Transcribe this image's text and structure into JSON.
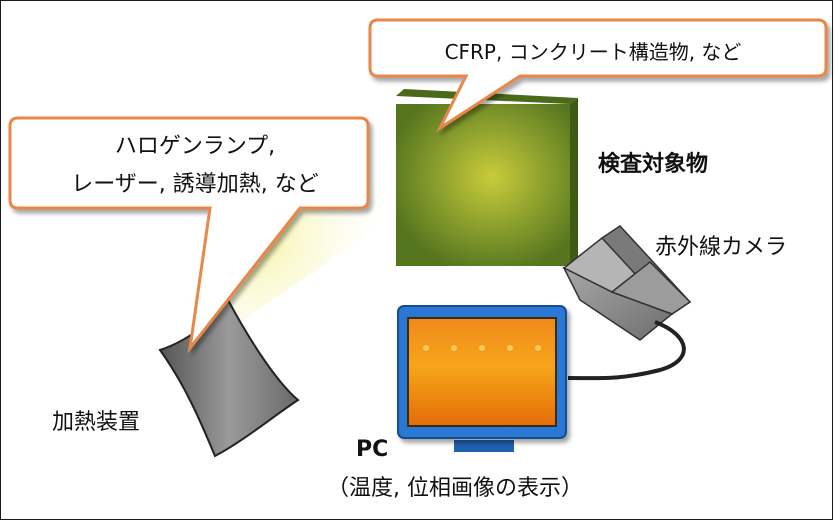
{
  "callouts": {
    "material": "CFRP, コンクリート構造物, など",
    "source_line1": "ハロゲンランプ,",
    "source_line2": "レーザー, 誘導加熱, など"
  },
  "labels": {
    "target": "検査対象物",
    "camera": "赤外線カメラ",
    "heater": "加熱装置",
    "pc": "PC",
    "pc_desc": "（温度, 位相画像の表示）"
  },
  "colors": {
    "callout_border": "#e8874a",
    "target_green": "#6f8f2a",
    "beam_yellow": "#e6e25a",
    "screen_orange": "#f08a10",
    "monitor_blue": "#2a78d6",
    "camera_gray": "#8c8c8c"
  }
}
